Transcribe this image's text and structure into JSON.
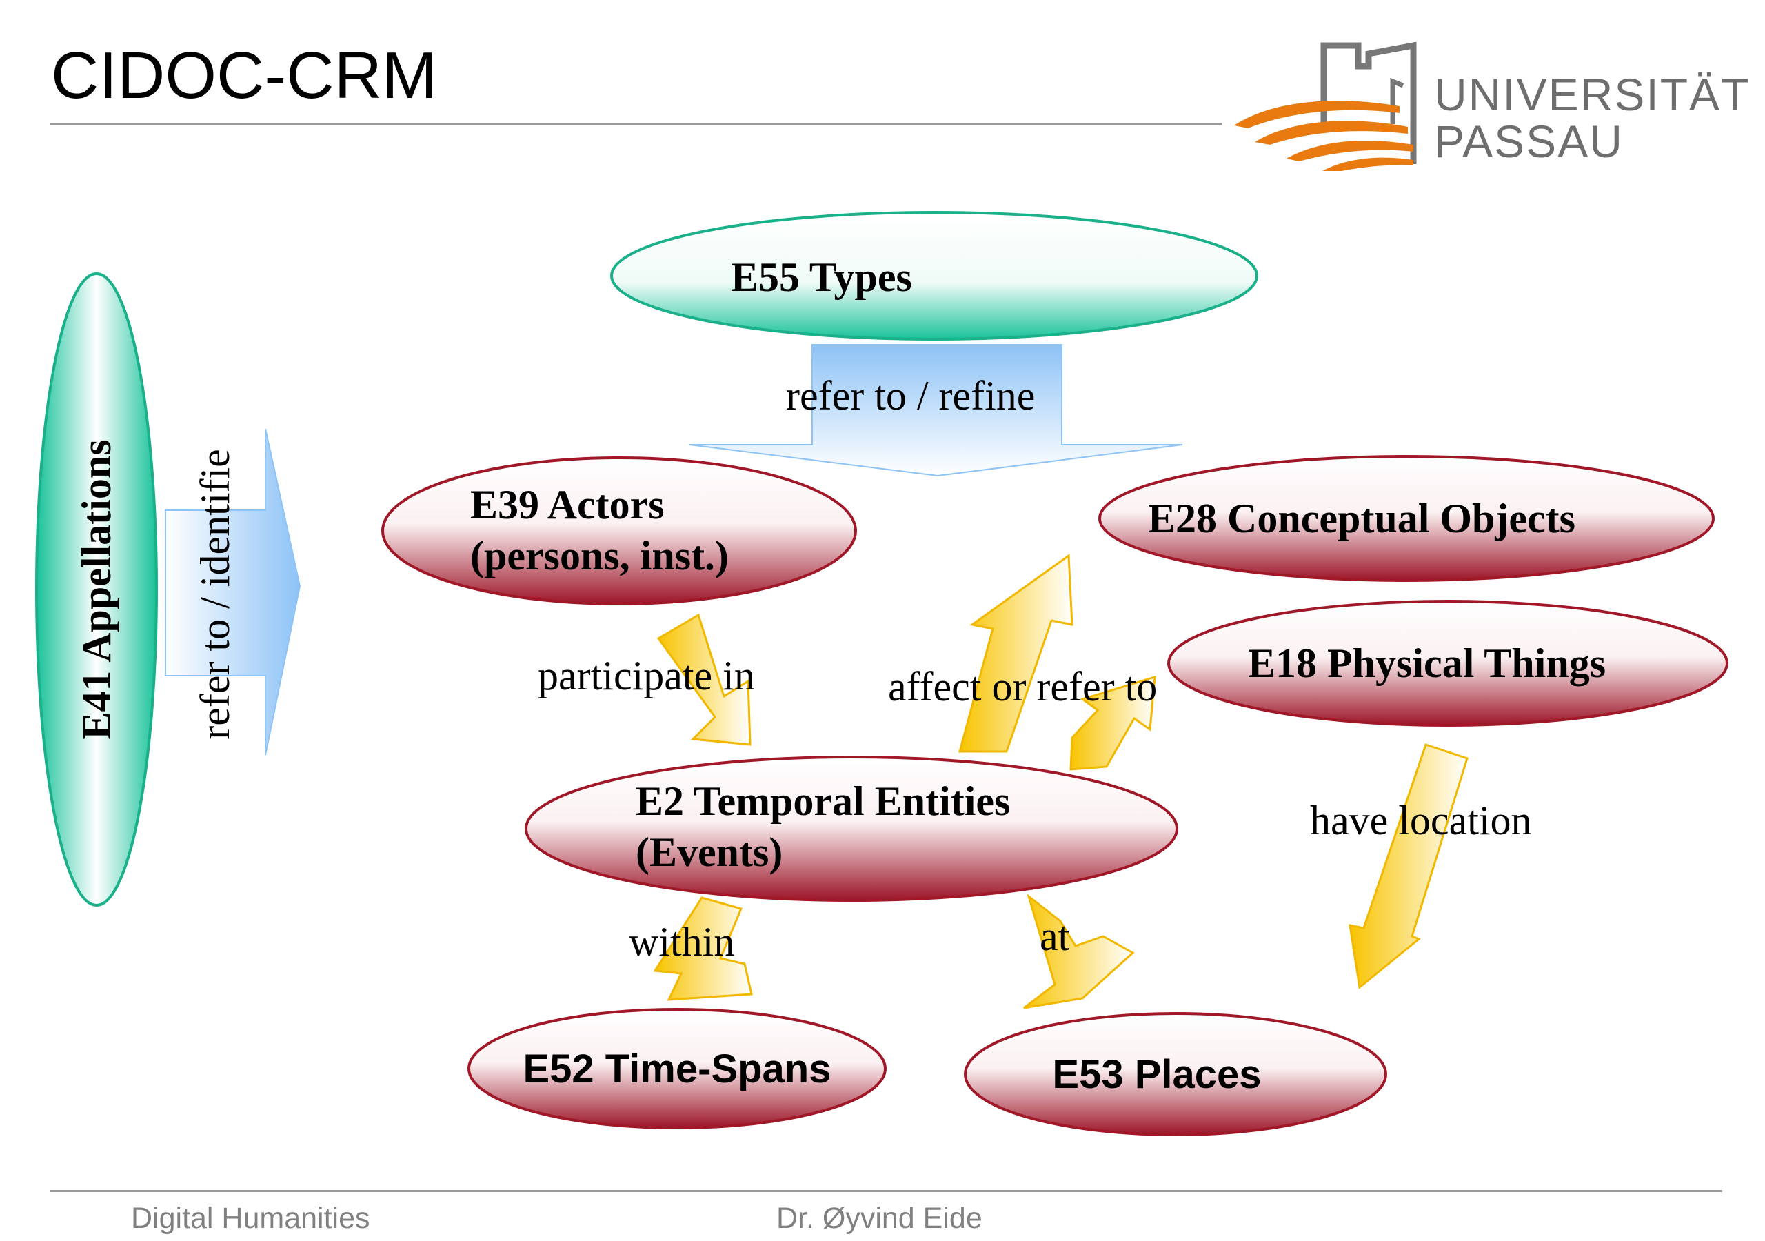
{
  "slide": {
    "title": "CIDOC-CRM"
  },
  "logo": {
    "line1": "UNIVERSITÄT",
    "line2": "PASSAU"
  },
  "nodes": {
    "e55": "E55 Types",
    "e41": "E41 Appellations",
    "e39_line1": "E39 Actors",
    "e39_line2": "(persons, inst.)",
    "e28": "E28 Conceptual Objects",
    "e18": "E18 Physical Things",
    "e2_line1": "E2 Temporal Entities",
    "e2_line2": "(Events)",
    "e52": "E52 Time-Spans",
    "e53": "E53 Places"
  },
  "relations": {
    "refer_refine": "refer to / refine",
    "refer_identify": "refer to / identifie",
    "participate": "participate in",
    "affect": "affect or refer to",
    "have_location": "have location",
    "within": "within",
    "at": "at"
  },
  "footer": {
    "left": "Digital Humanities",
    "center": "Dr. Øyvind Eide"
  },
  "colors": {
    "teal": "#20c39a",
    "red": "#a01828",
    "gold": "#f5c000",
    "blue": "#9ccaf7",
    "orange": "#e87a10"
  }
}
